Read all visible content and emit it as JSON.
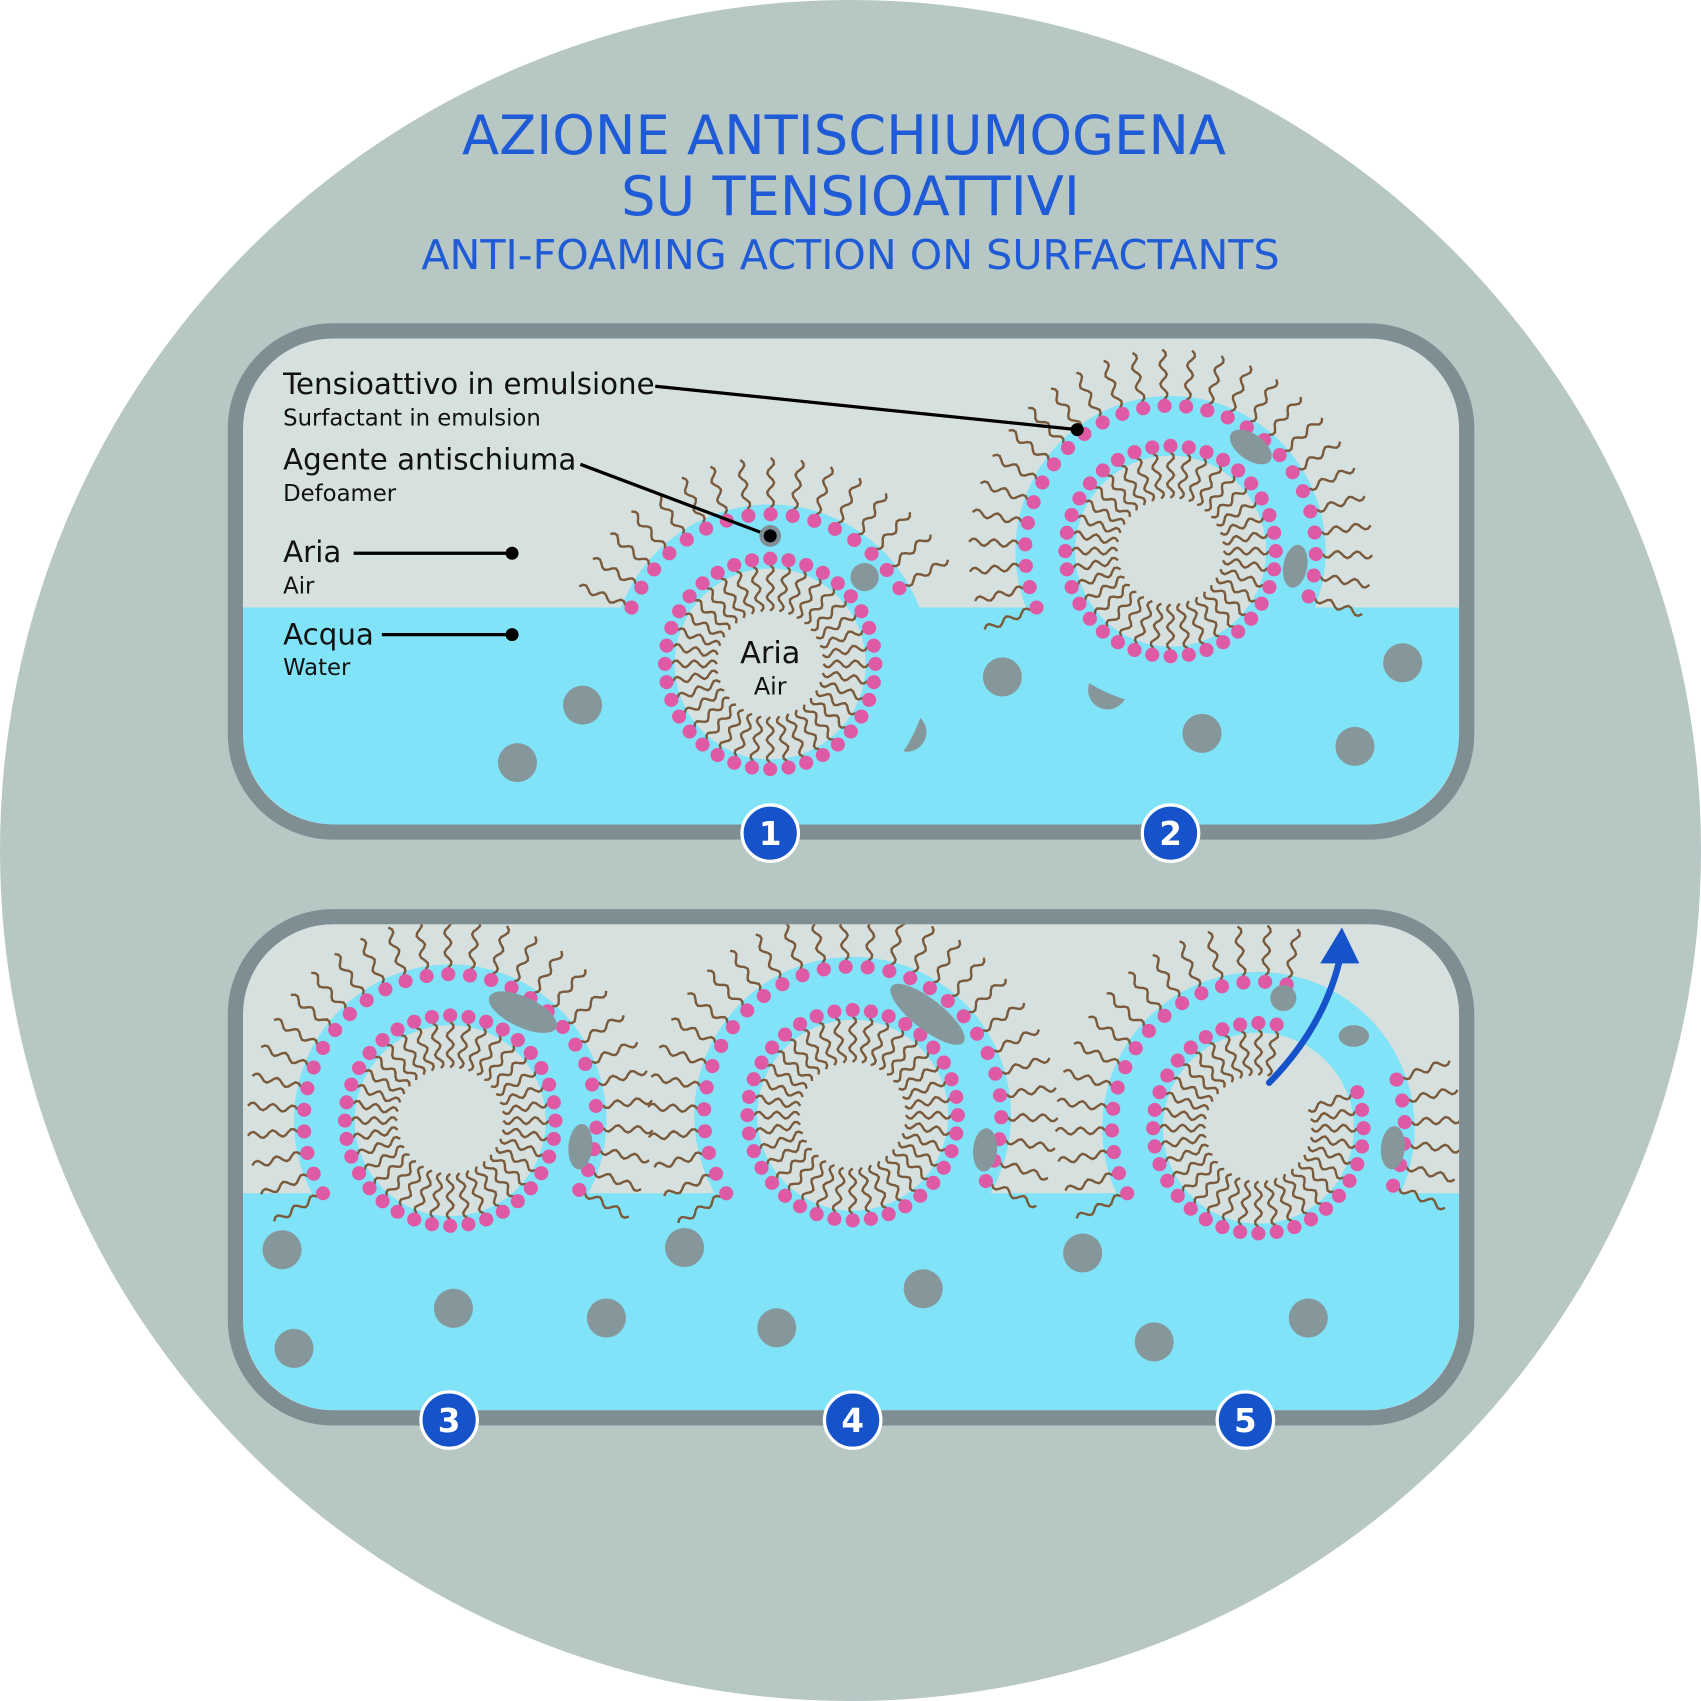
{
  "title": {
    "line1": "AZIONE ANTISCHIUMOGENA",
    "line2": "SU TENSIOATTIVI",
    "subtitle": "ANTI-FOAMING ACTION ON SURFACTANTS"
  },
  "legend": {
    "surfactant_it": "Tensioattivo in emulsione",
    "surfactant_en": "Surfactant in emulsion",
    "defoamer_it": "Agente antischiuma",
    "defoamer_en": "Defoamer",
    "air_it": "Aria",
    "air_en": "Air",
    "water_it": "Acqua",
    "water_en": "Water"
  },
  "bubble_label": {
    "it": "Aria",
    "en": "Air"
  },
  "steps": [
    "1",
    "2",
    "3",
    "4",
    "5"
  ],
  "colors": {
    "background": "#b7c7c4",
    "title": "#1f5bd6",
    "panel_border": "#7e8e93",
    "air": "#d5e0df",
    "water": "#80e3f8",
    "head": "#df5aa4",
    "tail": "#7a5a3a",
    "particle": "#86979b",
    "badge": "#1652c9"
  }
}
